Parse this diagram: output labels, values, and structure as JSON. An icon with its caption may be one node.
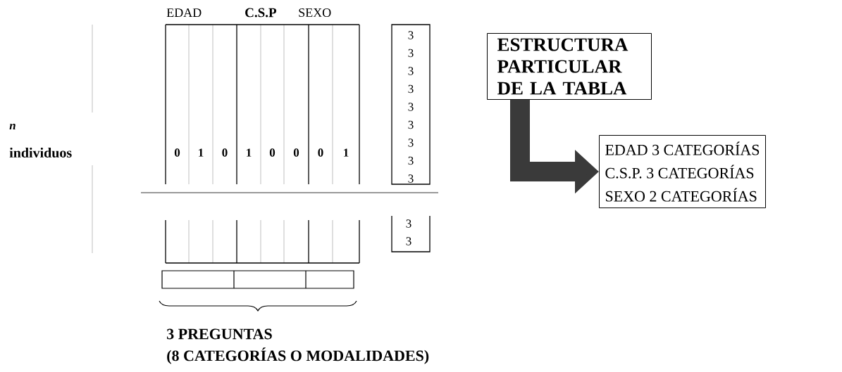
{
  "diagram": {
    "nodes": [
      {
        "text": [
          "ESTRUCTURA PARTICULAR DE LA TABLA"
        ]
      },
      {
        "text": [
          "EDAD 3 CATEGORÍAS",
          "C.S.P. 3 CATEGORÍAS",
          "SEXO 2 CATEGORÍAS"
        ]
      }
    ],
    "edges": [
      {
        "from": 0,
        "to": 1,
        "arrow": "to"
      }
    ],
    "labels": [
      "EDAD",
      "C.S.P",
      "SEXO",
      "n",
      "individuos",
      "0",
      "1",
      "0",
      "1",
      "0",
      "0",
      "0",
      "1",
      "3",
      "3",
      "3",
      "3",
      "3",
      "3",
      "3",
      "3",
      "3",
      "3",
      "3",
      "3 PREGUNTAS",
      "(8 CATEGORÍAS O MODALIDADES)"
    ]
  }
}
